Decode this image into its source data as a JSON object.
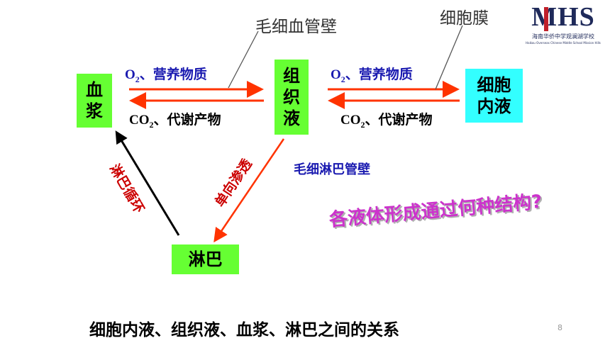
{
  "nodes": {
    "plasma": "血\n浆",
    "tissue_fluid": "组\n织\n液",
    "intracellular": "细胞\n内液",
    "lymph": "淋巴"
  },
  "labels": {
    "capillary_wall": "毛细血管壁",
    "cell_membrane": "细胞膜",
    "o2_left": "O",
    "o2_left_sub": "2",
    "nutrients_left": "、营养物质",
    "co2_left": "CO",
    "co2_left_sub": "2",
    "waste_left": "、代谢产物",
    "o2_right": "O",
    "o2_right_sub": "2",
    "nutrients_right": "、营养物质",
    "co2_right": "CO",
    "co2_right_sub": "2",
    "waste_right": "、代谢产物",
    "lymph_capillary_wall": "毛细淋巴管壁",
    "one_way_seepage": "单向渗透",
    "lymph_circulation": "淋巴循环",
    "question": "各液体形成通过何种结构?",
    "caption": "细胞内液、组织液、血浆、淋巴之间的关系",
    "page_number": "8"
  },
  "logo": {
    "letters": "MHS",
    "line1": "海南华侨中学观澜湖学校",
    "line2": "Haikou Overseas Chinese Middle School Mission Hills"
  },
  "colors": {
    "green_box": "#66ff33",
    "cyan_box": "#33ffff",
    "arrow_orange": "#ff3300",
    "arrow_black": "#000000",
    "blue_text": "#1a1ab0",
    "red_text": "#cc0000",
    "question_purple": "#cc33cc",
    "logo_navy": "#1f2a5a",
    "logo_red": "#c0202a"
  }
}
